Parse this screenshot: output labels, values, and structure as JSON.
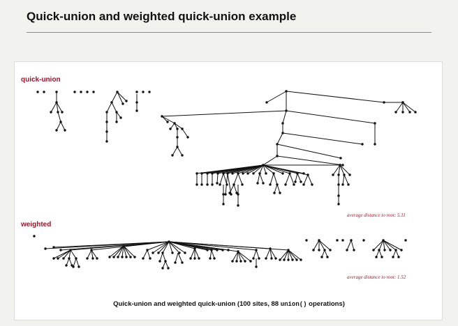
{
  "slide": {
    "title": "Quick-union and weighted quick-union example"
  },
  "figure": {
    "quick_union": {
      "label": "quick-union",
      "stat": "average distance to root: 5.11"
    },
    "weighted": {
      "label": "weighted",
      "stat": "average distance to root: 1.52"
    },
    "caption": {
      "before": "Quick-union and weighted quick-union (100 sites, 88 ",
      "code": "union()",
      "after": " operations)"
    }
  }
}
